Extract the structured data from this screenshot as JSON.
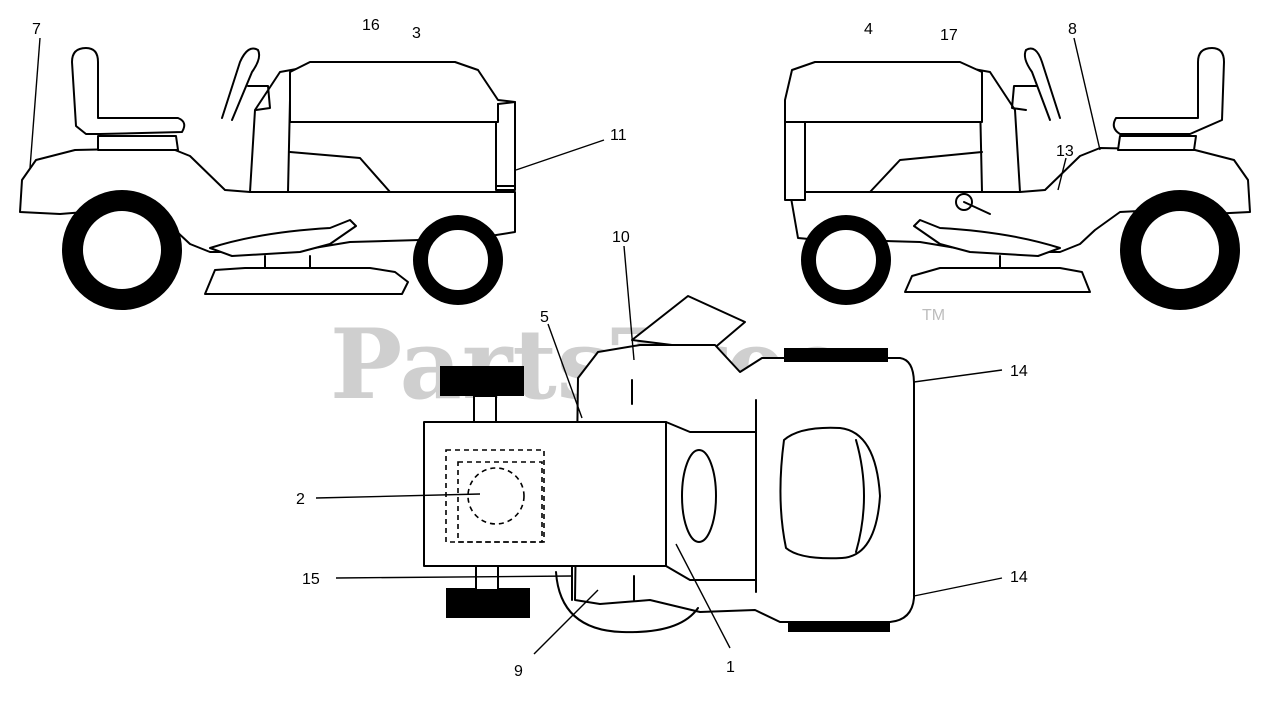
{
  "watermark": {
    "text": "PartsTree",
    "trademark": "TM"
  },
  "callouts": {
    "c1": "1",
    "c2": "2",
    "c3": "3",
    "c4": "4",
    "c5": "5",
    "c7": "7",
    "c8": "8",
    "c9": "9",
    "c10": "10",
    "c11": "11",
    "c13": "13",
    "c14a": "14",
    "c14b": "14",
    "c15": "15",
    "c16": "16",
    "c17": "17"
  }
}
